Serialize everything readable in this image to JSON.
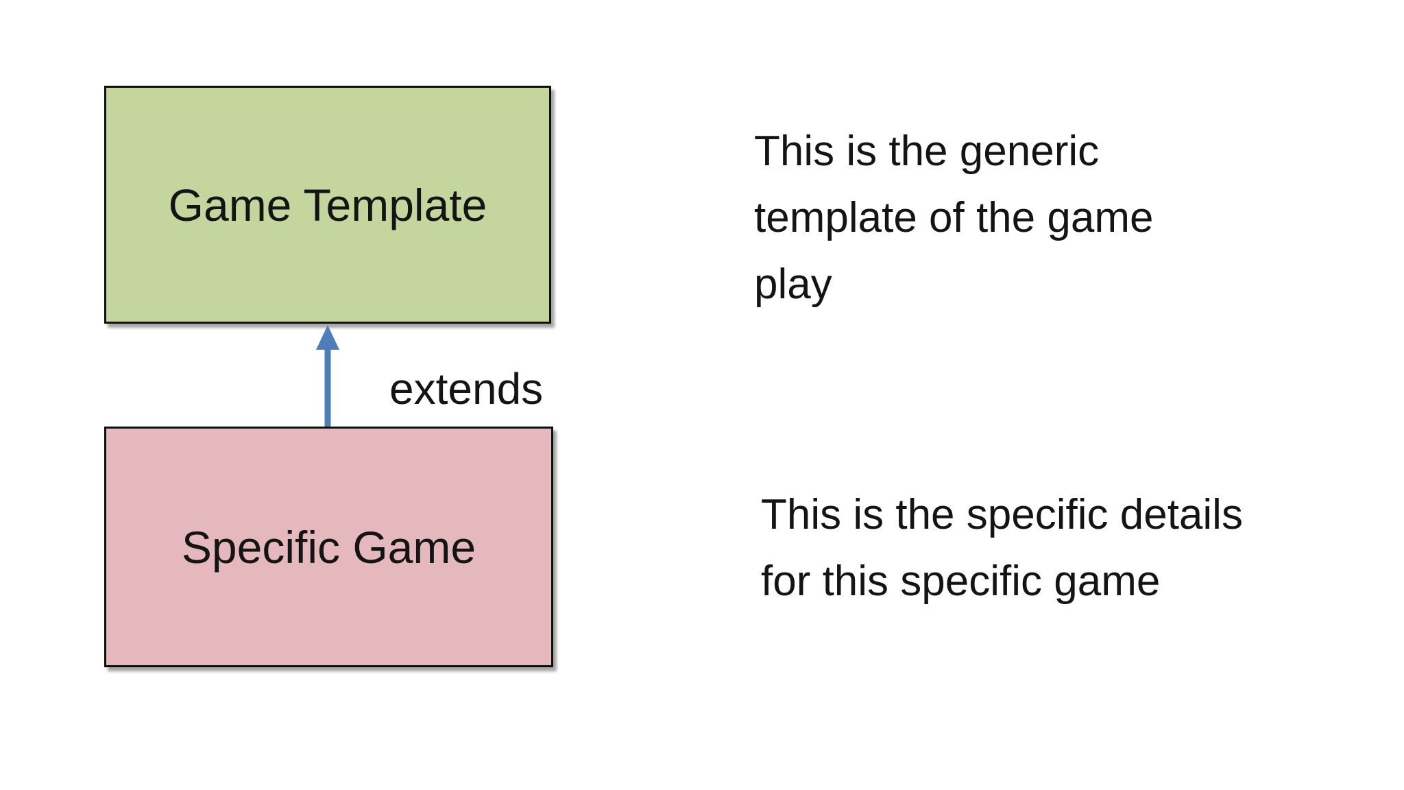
{
  "diagram": {
    "template_box": {
      "label": "Game Template",
      "fill": "#c5d59e",
      "description_lines": [
        "This is the generic",
        "template of the game",
        "play"
      ]
    },
    "specific_box": {
      "label": "Specific Game",
      "fill": "#e5b8bd",
      "description_lines": [
        "This is the specific details",
        "for this specific game"
      ]
    },
    "arrow": {
      "label": "extends",
      "color": "#4e7db8"
    },
    "colors": {
      "border": "#0f0f0f",
      "text": "#141414",
      "background": "#ffffff"
    }
  }
}
